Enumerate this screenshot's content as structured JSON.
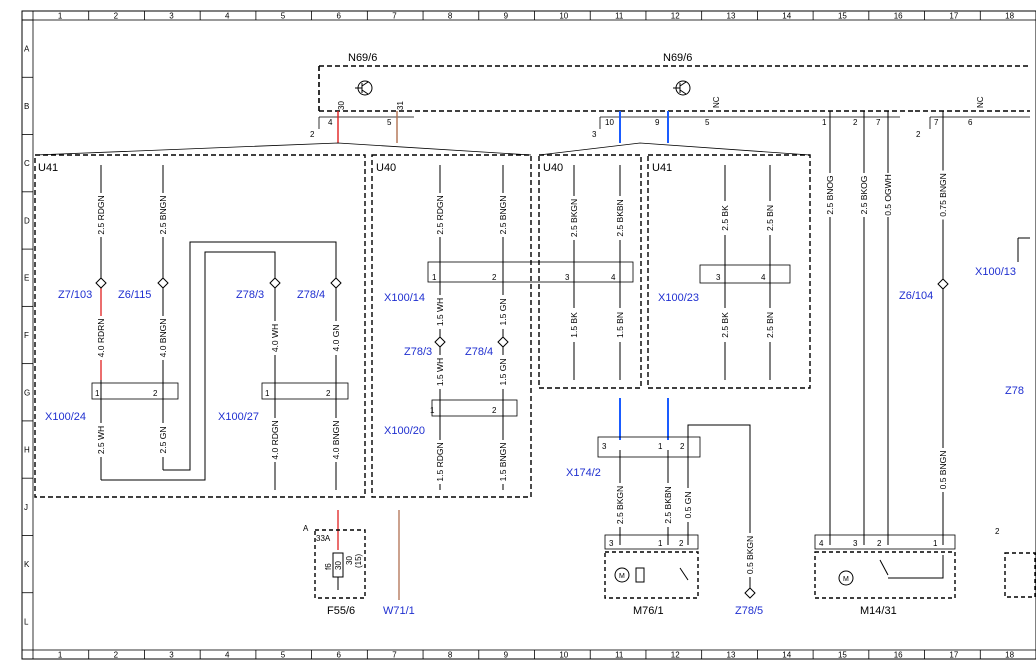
{
  "grid": {
    "columns": [
      "1",
      "2",
      "3",
      "4",
      "5",
      "6",
      "7",
      "8",
      "9",
      "10",
      "11",
      "12",
      "13",
      "14",
      "15",
      "16",
      "17",
      "18"
    ],
    "rows": [
      "A",
      "B",
      "C",
      "D",
      "E",
      "F",
      "G",
      "H",
      "J",
      "K",
      "L"
    ]
  },
  "components": {
    "n69_left": "N69/6",
    "n69_right": "N69/6",
    "u41_left": "U41",
    "u40_mid": "U40",
    "u40_right": "U40",
    "u41_right": "U41",
    "f55": "F55/6",
    "w71": "W71/1",
    "m76": "M76/1",
    "m14": "M14/31",
    "x174": "X174/2",
    "z785": "Z78/5"
  },
  "connectors": {
    "x100_24": "X100/24",
    "x100_27": "X100/27",
    "x100_14": "X100/14",
    "x100_20": "X100/20",
    "x100_23": "X100/23",
    "x100_13": "X100/13",
    "z7_103": "Z7/103",
    "z6_115": "Z6/115",
    "z78_3a": "Z78/3",
    "z78_4a": "Z78/4",
    "z78_3b": "Z78/3",
    "z78_4b": "Z78/4",
    "z6_104": "Z6/104",
    "z78_cut": "Z78"
  },
  "wires": {
    "w1": "2.5 RDGN",
    "w2": "2.5 BNGN",
    "w3": "4.0 RDRN",
    "w4": "4.0 BNGN",
    "w5": "2.5 WH",
    "w6": "2.5 GN",
    "w7": "4.0 WH",
    "w8": "4.0 GN",
    "w9": "4.0 RDGN",
    "w10": "4.0 BNGN",
    "w11": "2.5 RDGN",
    "w12": "2.5 BNGN",
    "w13": "1.5 WH",
    "w14": "1.5 GN",
    "w15": "1.5 WH",
    "w16": "1.5 GN",
    "w17": "1.5 RDGN",
    "w18": "1.5 BNGN",
    "w19": "2.5 BKGN",
    "w20": "2.5 BKBN",
    "w21": "1.5 BK",
    "w22": "1.5 BN",
    "w23": "2.5 BK",
    "w24": "2.5 BN",
    "w25": "2.5 BK",
    "w26": "2.5 BN",
    "w27": "2.5 BNOG",
    "w28": "2.5 BKOG",
    "w29": "0.5 OGWH",
    "w30": "0.75 BNGN",
    "w31": "0.5 BNGN",
    "w32": "2.5 BKGN",
    "w33": "2.5 BKBN",
    "w34": "0.5 GN",
    "w35": "0.5 BKGN"
  },
  "pins": {
    "p30": "30",
    "p31": "31",
    "p4": "4",
    "p5": "5",
    "p10": "10",
    "p9": "9",
    "p5b": "5",
    "p1": "1",
    "p2": "2",
    "p7": "7",
    "p7b": "7",
    "p6": "6",
    "nc1": "NC",
    "nc2": "NC",
    "b2": "2",
    "b3": "3",
    "b2b": "2",
    "b2c": "2",
    "f_33a": "33A",
    "f_a": "A",
    "f_f6": "f6",
    "f_30": "30",
    "f_30b": "30",
    "f_15": "(15)",
    "x1a": "1",
    "x2a": "2",
    "x1b": "1",
    "x2b": "2",
    "x1c": "1",
    "x2c": "2",
    "x1d": "1",
    "x2d": "2",
    "x3e": "3",
    "x4e": "4",
    "x3f": "3",
    "x4f": "4",
    "h3": "3",
    "h1": "1",
    "h2": "2",
    "m3": "3",
    "m1": "1",
    "m2": "2",
    "k4": "4",
    "k3": "3",
    "k2": "2",
    "k1": "1"
  },
  "colors": {
    "line": "#000000",
    "blue_wire": "#1a5cff",
    "red_wire": "#e02020",
    "brown_wire": "#b07050",
    "label_blue": "#1f2fd0"
  }
}
